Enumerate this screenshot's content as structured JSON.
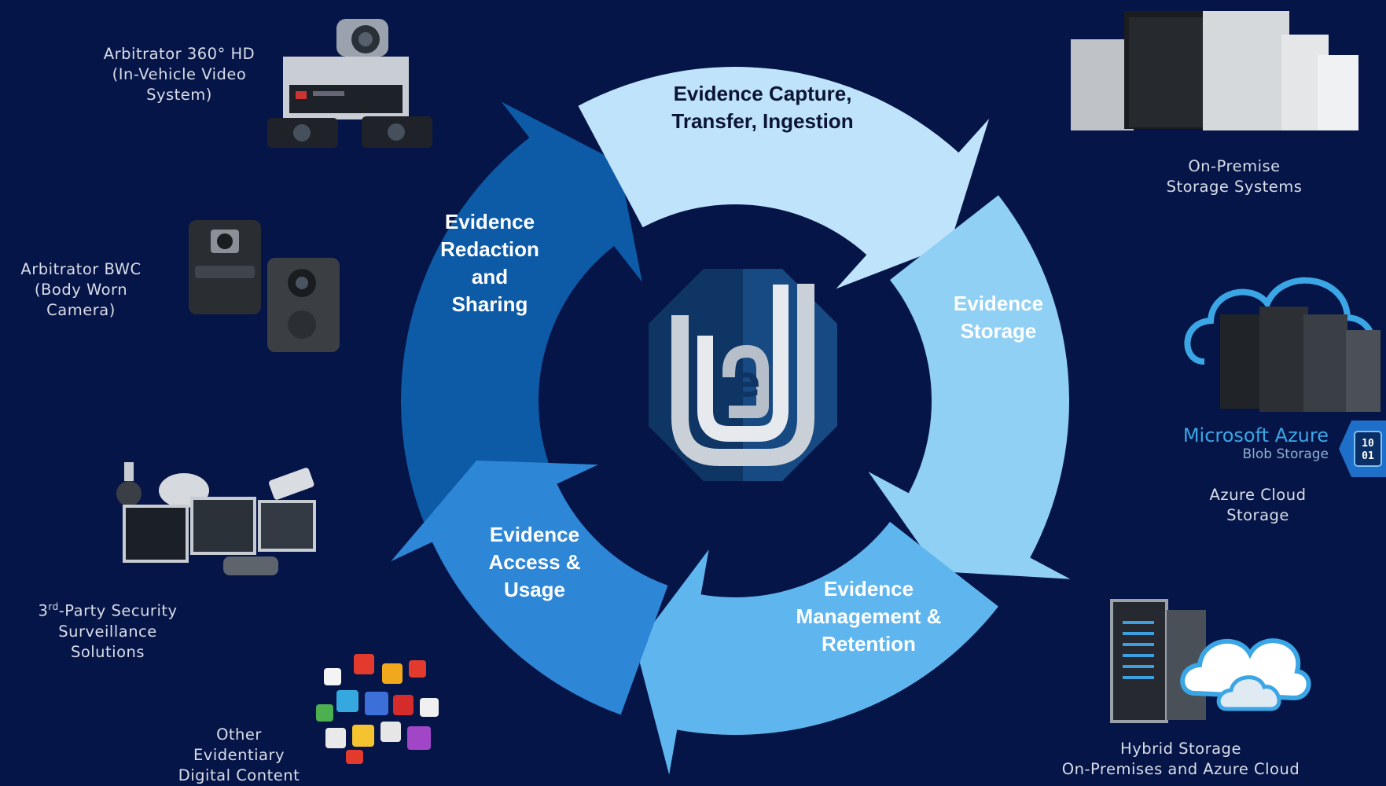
{
  "cycle": {
    "stages": [
      {
        "id": "capture",
        "label": "Evidence Capture,\nTransfer, Ingestion"
      },
      {
        "id": "storage",
        "label": "Evidence\nStorage"
      },
      {
        "id": "management",
        "label": "Evidence\nManagement &\nRetention"
      },
      {
        "id": "access",
        "label": "Evidence\nAccess &\nUsage"
      },
      {
        "id": "redaction",
        "label": "Evidence\nRedaction\nand\nSharing"
      }
    ],
    "colors": {
      "capture": "#bfe3fb",
      "storage": "#8fd0f4",
      "management": "#5fb6ef",
      "access": "#2e86d6",
      "redaction": "#0d5aa6",
      "background": "#061547"
    }
  },
  "logo": {
    "letters": "ed"
  },
  "sources": {
    "arbitrator_360": "Arbitrator 360° HD\n(In-Vehicle Video\nSystem)",
    "arbitrator_bwc": "Arbitrator BWC\n(Body Worn\nCamera)",
    "third_party_prefix": "3",
    "third_party_sup": "rd",
    "third_party_rest": "-Party Security\nSurveillance\nSolutions",
    "other_content": "Other\nEvidentiary\nDigital Content"
  },
  "storage_options": {
    "on_premise": "On-Premise\nStorage Systems",
    "azure_brand": "Microsoft Azure",
    "azure_product": "Blob Storage",
    "azure_badge": "10\n01",
    "azure_cloud": "Azure Cloud\nStorage",
    "hybrid": "Hybrid Storage\nOn-Premises and Azure Cloud"
  }
}
